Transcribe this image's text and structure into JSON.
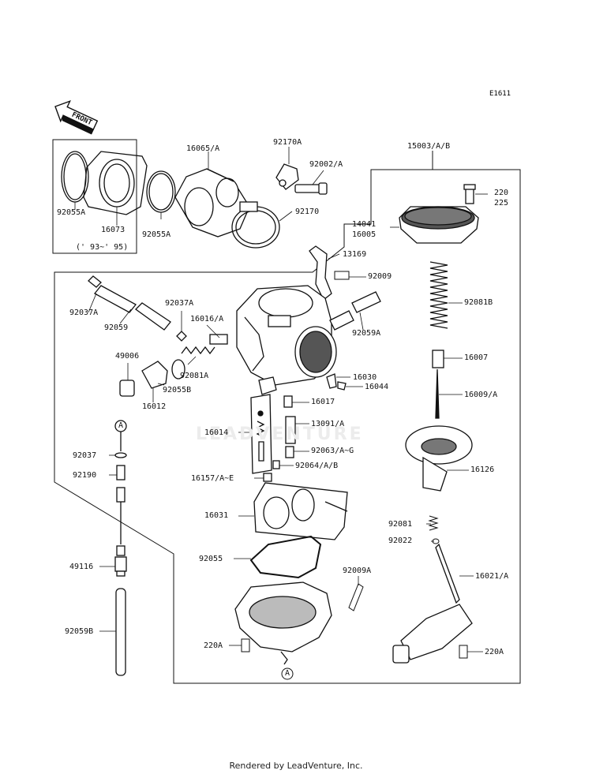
{
  "diagram": {
    "code": "E1611",
    "watermark": "LEADVENTURE",
    "front_label": "FRONT",
    "footer": "Rendered by LeadVenture, Inc.",
    "parts": {
      "p92055A_l": "92055A",
      "p16073": "16073",
      "p93_95": "(' 93~' 95)",
      "p16065A": "16065/A",
      "p92055A_r": "92055A",
      "p92170A": "92170A",
      "p92002A": "92002/A",
      "p92170": "92170",
      "p15003AB": "15003/A/B",
      "p220": "220",
      "p225": "225",
      "p14041": "14041",
      "p16005": "16005",
      "p13169": "13169",
      "p92009": "92009",
      "p92081B": "92081B",
      "p92037A_l": "92037A",
      "p92059": "92059",
      "p92037A_r": "92037A",
      "p16016A": "16016/A",
      "p92059A": "92059A",
      "p16007": "16007",
      "p49006": "49006",
      "p92081A": "92081A",
      "p92055B": "92055B",
      "p16012": "16012",
      "p16030": "16030",
      "p16044": "16044",
      "p16017": "16017",
      "p16009A": "16009/A",
      "pA_top": "A",
      "p16014": "16014",
      "p13091A": "13091/A",
      "p92037": "92037",
      "p92063": "92063/A~G",
      "p92190": "92190",
      "p92064": "92064/A/B",
      "p16126": "16126",
      "p16157": "16157/A~E",
      "p16031": "16031",
      "p92081": "92081",
      "p92022": "92022",
      "p49116": "49116",
      "p92055": "92055",
      "p92009A": "92009A",
      "p16021A": "16021/A",
      "p92059B": "92059B",
      "p220A_l": "220A",
      "p220A_r": "220A",
      "pA_bot": "A"
    }
  }
}
